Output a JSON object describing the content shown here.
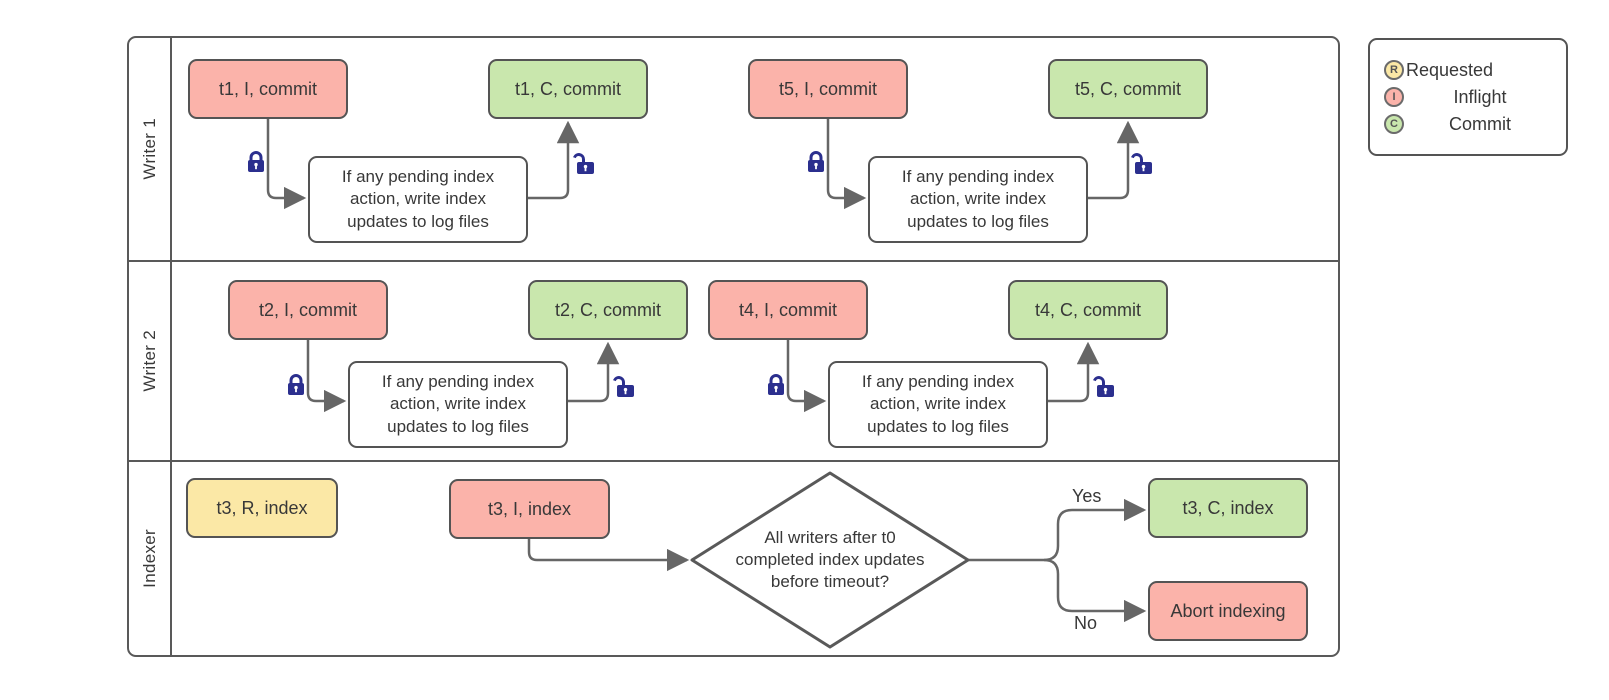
{
  "colors": {
    "inflight": "#FBB3AA",
    "commit": "#C9E7AD",
    "requested": "#FBE8A6",
    "node_border": "#545454",
    "lane_border": "#595959",
    "arrow": "#666666",
    "lock": "#2B2F8E",
    "text": "#383838"
  },
  "lanes": [
    {
      "label": "Writer 1"
    },
    {
      "label": "Writer 2"
    },
    {
      "label": "Indexer"
    }
  ],
  "nodes": {
    "t1_inflight": {
      "label": "t1, I, commit"
    },
    "t1_commit": {
      "label": "t1, C, commit"
    },
    "t5_inflight": {
      "label": "t5, I, commit"
    },
    "t5_commit": {
      "label": "t5, C, commit"
    },
    "t2_inflight": {
      "label": "t2, I, commit"
    },
    "t2_commit": {
      "label": "t2, C, commit"
    },
    "t4_inflight": {
      "label": "t4, I, commit"
    },
    "t4_commit": {
      "label": "t4, C, commit"
    },
    "t3_requested": {
      "label": "t3, R, index"
    },
    "t3_inflight": {
      "label": "t3, I, index"
    },
    "t3_commit": {
      "label": "t3, C, index"
    },
    "abort": {
      "label": "Abort indexing"
    },
    "process": {
      "label": "If any pending index action, write index updates to log files"
    }
  },
  "decision": {
    "label": "All writers after t0 completed index updates before timeout?",
    "yes_label": "Yes",
    "no_label": "No"
  },
  "legend": {
    "items": [
      {
        "letter": "R",
        "label": "Requested"
      },
      {
        "letter": "I",
        "label": "Inflight"
      },
      {
        "letter": "C",
        "label": "Commit"
      }
    ]
  }
}
